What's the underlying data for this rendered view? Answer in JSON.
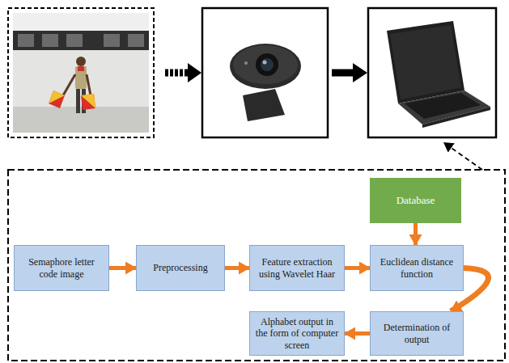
{
  "diagram": {
    "nodes": [
      {
        "text": [
          "Database"
        ]
      },
      {
        "text": [
          "Semaphore letter code image"
        ]
      },
      {
        "text": [
          "Preprocessing"
        ]
      },
      {
        "text": [
          "Feature extraction using Wavelet Haar"
        ]
      },
      {
        "text": [
          "Euclidean distance function"
        ]
      },
      {
        "text": [
          "Determination of output"
        ]
      },
      {
        "text": [
          "Alphabet output in the form of computer screen"
        ]
      }
    ],
    "edges": [
      {
        "from": 1,
        "to": 2,
        "arrow": "to"
      },
      {
        "from": 2,
        "to": 3,
        "arrow": "to"
      },
      {
        "from": 3,
        "to": 4,
        "arrow": "to"
      },
      {
        "from": 0,
        "to": 4,
        "arrow": "to"
      },
      {
        "from": 4,
        "to": 5,
        "arrow": "to"
      },
      {
        "from": 5,
        "to": 6,
        "arrow": "to"
      }
    ]
  }
}
